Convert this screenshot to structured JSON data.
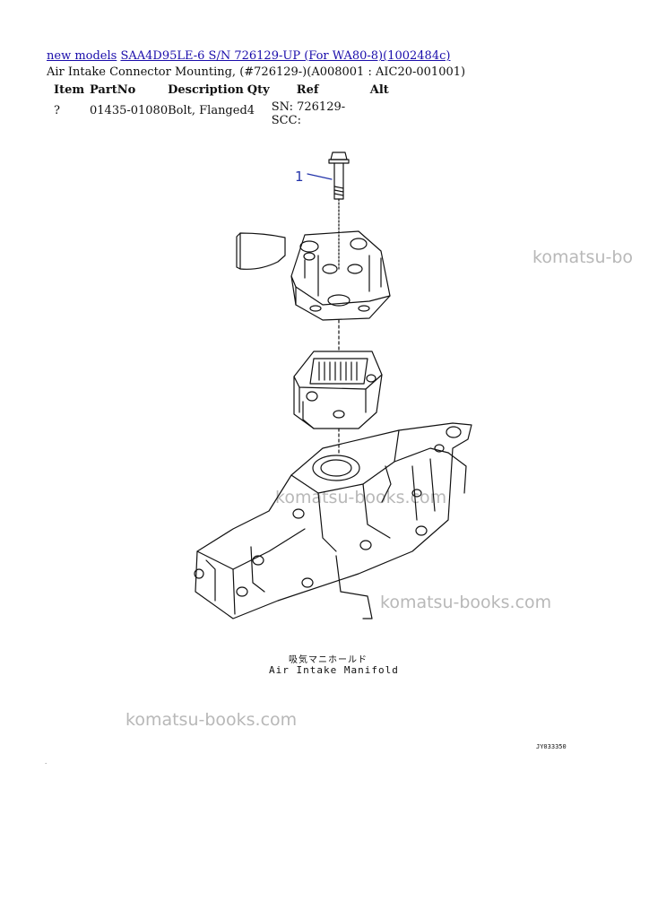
{
  "breadcrumb": {
    "link1": "new models",
    "link2": "SAA4D95LE-6 S/N 726129-UP (For WA80-8)(1002484c)"
  },
  "subtitle": "Air Intake Connector Mounting, (#726129-)(A008001 : AIC20-001001)",
  "table": {
    "headers": {
      "item": "Item",
      "partno": "PartNo",
      "description": "Description",
      "qty": "Qty",
      "ref": "Ref",
      "alt": "Alt"
    },
    "rows": [
      {
        "item": "?",
        "partno": "01435-01080",
        "description": "Bolt, Flanged",
        "qty": "4",
        "ref_line1": "SN: 726129-",
        "ref_line2": "SCC:",
        "alt": ""
      }
    ]
  },
  "diagram": {
    "callout": "1",
    "caption_jp": "吸気マニホールド",
    "caption_en": "Air Intake Manifold",
    "figure_code": "JY033350"
  },
  "watermarks": [
    "komatsu-bo",
    "komatsu-books.com",
    "komatsu-books.com",
    "komatsu-books.com"
  ],
  "footer_mark": ".",
  "colors": {
    "link": "#1a0dab",
    "watermark": "#b8b8b8",
    "callout": "#2233aa"
  }
}
